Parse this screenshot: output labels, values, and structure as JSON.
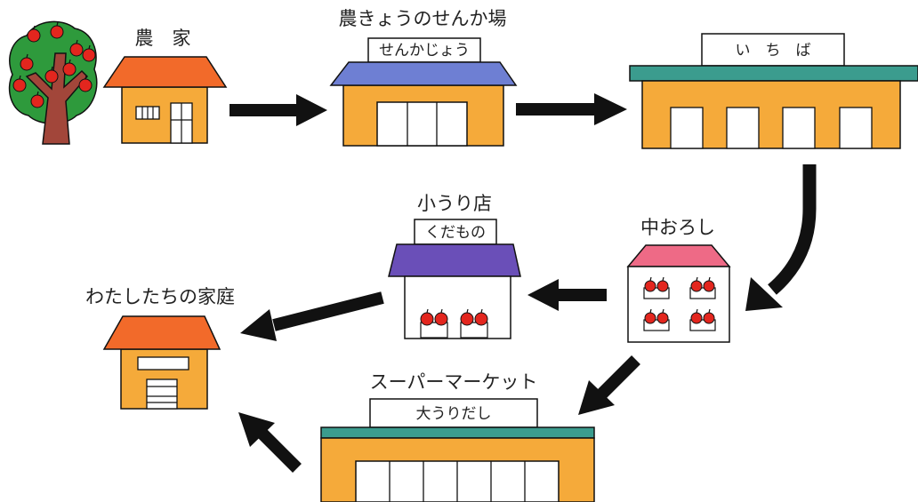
{
  "colors": {
    "wall": "#F5AA3A",
    "roof_orange": "#F26A2A",
    "roof_blue": "#6E7FD3",
    "roof_purple": "#6A4FB8",
    "roof_pink": "#EE6A86",
    "roof_teal": "#3B9C8E",
    "apple": "#E3261E",
    "leaf": "#2E9A3C",
    "trunk": "#A2463A",
    "arrow": "#111111"
  },
  "labels": {
    "farmer": "農　家",
    "sorting": "農きょうのせんか場",
    "sorting_sign": "せんかじょう",
    "market_sign": "い　ち　ば",
    "wholesaler": "中おろし",
    "retail": "小うり店",
    "retail_sign": "くだもの",
    "home": "わたしたちの家庭",
    "supermarket": "スーパーマーケット",
    "supermarket_sign": "大うりだし"
  }
}
